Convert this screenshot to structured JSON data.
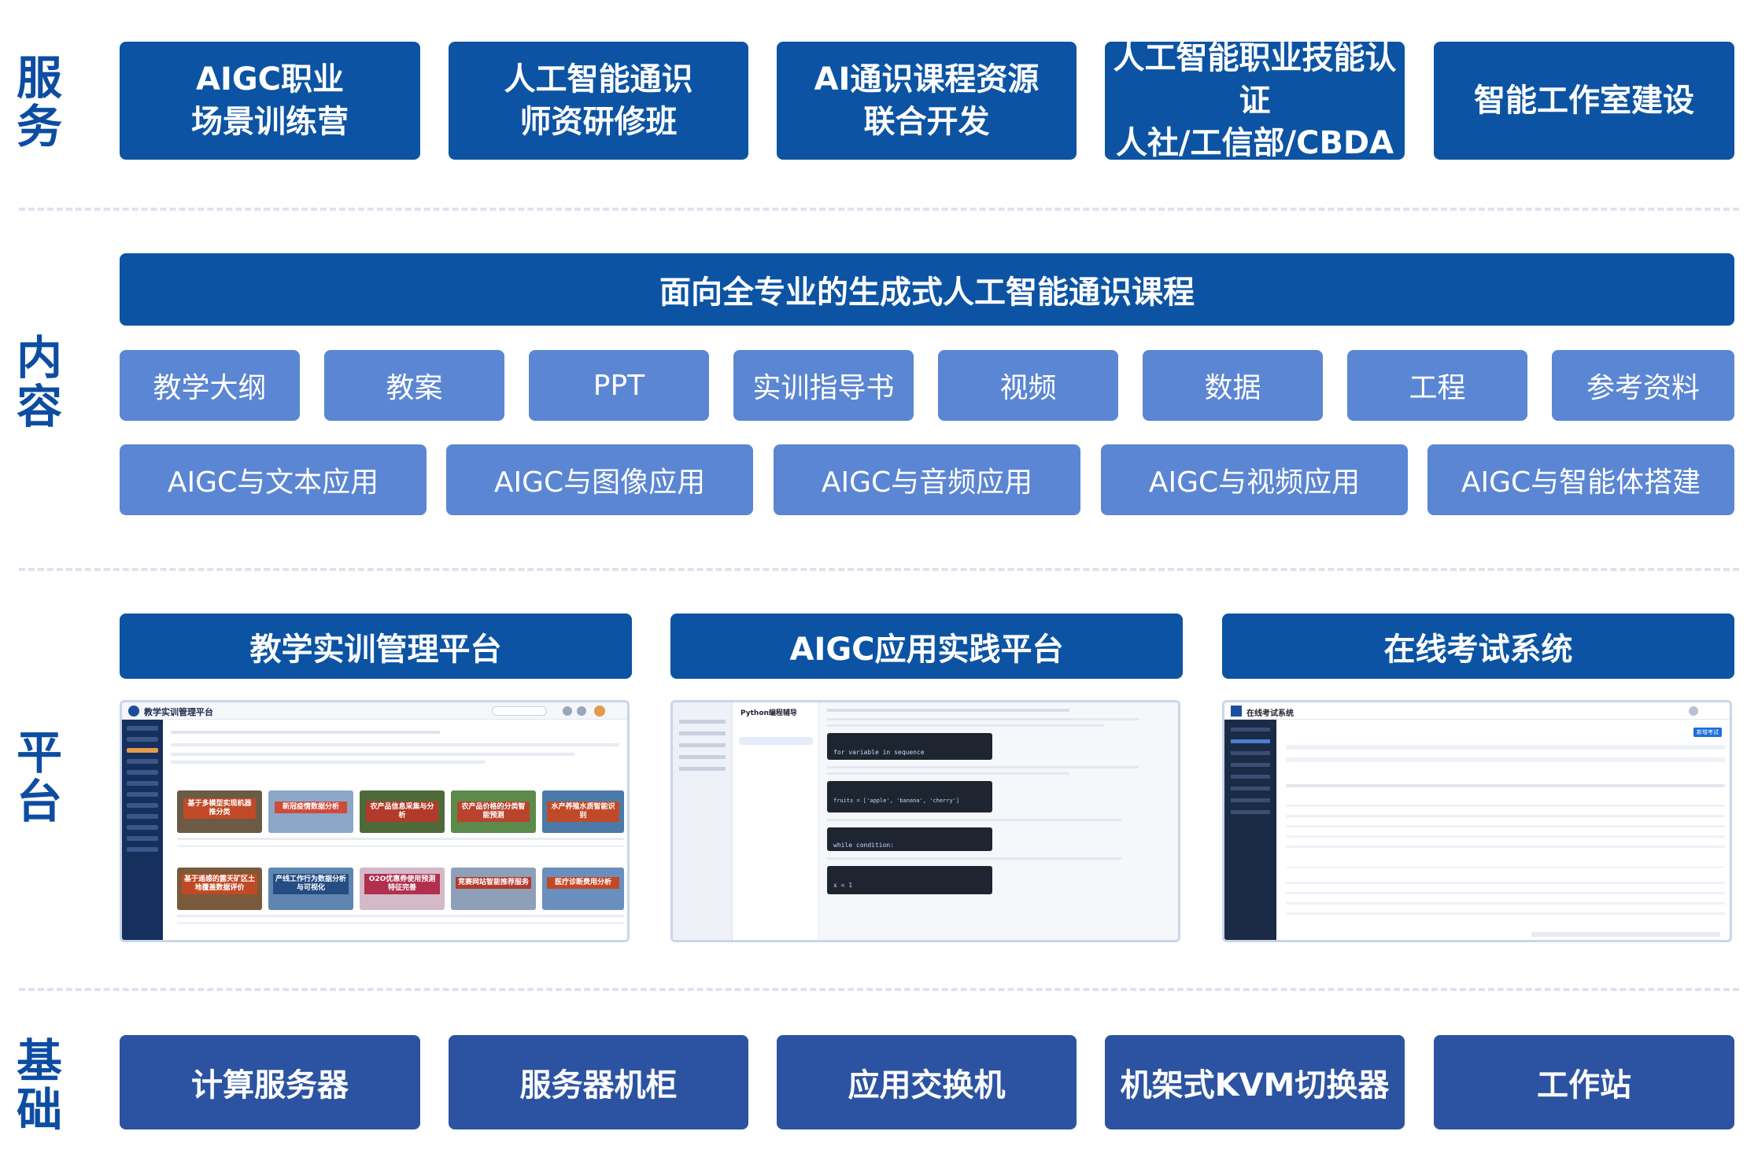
{
  "labels": {
    "service": "服\n务",
    "content": "内\n容",
    "platform": "平\n台",
    "base": "基\n础"
  },
  "services": [
    "AIGC职业\n场景训练营",
    "人工智能通识\n师资研修班",
    "AI通识课程资源\n联合开发",
    "人工智能职业技能认证\n人社/工信部/CBDA",
    "智能工作室建设"
  ],
  "content": {
    "banner": "面向全专业的生成式人工智能通识课程",
    "resources": [
      "教学大纲",
      "教案",
      "PPT",
      "实训指导书",
      "视频",
      "数据",
      "工程",
      "参考资料"
    ],
    "applications": [
      "AIGC与文本应用",
      "AIGC与图像应用",
      "AIGC与音频应用",
      "AIGC与视频应用",
      "AIGC与智能体搭建"
    ]
  },
  "platforms": [
    {
      "title": "教学实训管理平台",
      "screen": {
        "header": "教学实训管理平台",
        "cards": [
          "基于多模型实现机器推分类",
          "新冠疫情数据分析",
          "农产品信息采集与分析",
          "农产品价格的分类智能预测",
          "水产养殖水质智能识别",
          "基于遥感的露天矿区土地覆盖数据评价",
          "产线工作行为数据分析与可视化",
          "O2O优惠券使用预测特征完善",
          "竞赛网站智能推荐服务",
          "医疗诊断费用分析"
        ]
      }
    },
    {
      "title": "AIGC应用实践平台",
      "screen": {
        "app": "Python编程辅导",
        "code": [
          "for variable in sequence",
          "fruits = ['apple', 'banana', 'cherry']",
          "while condition:",
          "x = 1"
        ]
      }
    },
    {
      "title": "在线考试系统",
      "screen": {
        "header": "在线考试系统",
        "button": "新增考试"
      }
    }
  ],
  "infrastructure": [
    "计算服务器",
    "服务器机柜",
    "应用交换机",
    "机架式KVM切换器",
    "工作站"
  ],
  "colors": {
    "primary": "#0c54a3",
    "tag": "#5b86d3",
    "base": "#2c53a1",
    "label": "#0c4da2",
    "divider": "#dde3ee"
  }
}
